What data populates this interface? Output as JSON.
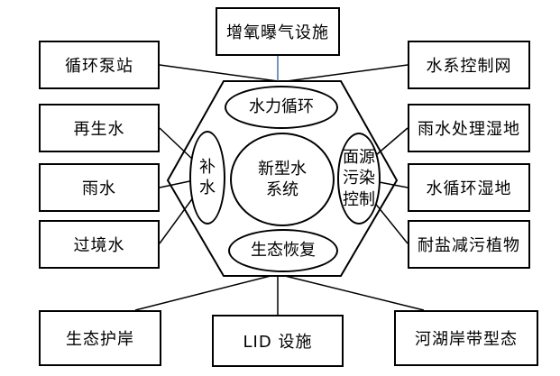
{
  "top_box": "增氧曝气设施",
  "left_boxes": [
    "循环泵站",
    "再生水",
    "雨水",
    "过境水"
  ],
  "right_boxes": [
    "水系控制网",
    "雨水处理湿地",
    "水循环湿地",
    "耐盐减污植物"
  ],
  "bottom_boxes": [
    "生态护岸",
    "LID 设施",
    "河湖岸带型态"
  ],
  "center_oval": [
    "新型水",
    "系统"
  ],
  "top_oval": "水力循环",
  "bottom_oval": "生态恢复",
  "left_oval_chars": [
    "补",
    "水"
  ],
  "right_oval_lines": [
    "面源",
    "污染",
    "控制"
  ]
}
